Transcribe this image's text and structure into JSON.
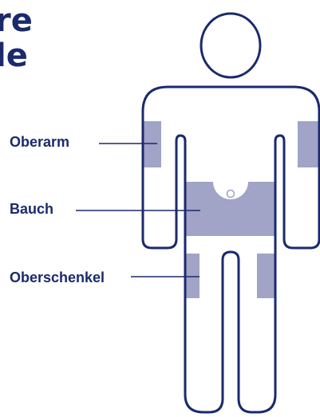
{
  "title": {
    "line1": "re",
    "line2": "le"
  },
  "labels": {
    "upper_arm": "Oberarm",
    "belly": "Bauch",
    "thigh": "Oberschenkel"
  },
  "colors": {
    "outline": "#1a2a6c",
    "injection_zone": "#a1a3c7",
    "text": "#1a2a6c"
  }
}
